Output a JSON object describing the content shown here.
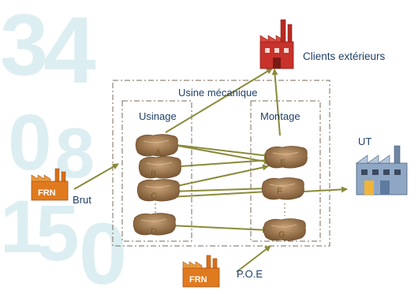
{
  "labels": {
    "clients": "Clients extérieurs",
    "usine": "Usine mécanique",
    "usinage": "Usinage",
    "montage": "Montage",
    "ut": "UT",
    "brut": "Brut",
    "poe": "P.O.E",
    "frn": "FRN"
  },
  "nodes": {
    "usinage": [
      "A",
      "B",
      "C",
      "D"
    ],
    "montage": [
      "E",
      "F",
      "G"
    ]
  },
  "colors": {
    "arrow": "#8a8a3a",
    "frame": "#7a6a5a",
    "factory_orange": "#e07a1e",
    "factory_red": "#c8322a",
    "sack": "#a67c4e",
    "text": "#1f3f66",
    "watermark": "#dceef1"
  },
  "icons": [
    "factory-frn-icon",
    "factory-clients-icon",
    "factory-ut-icon",
    "sack-icon"
  ]
}
